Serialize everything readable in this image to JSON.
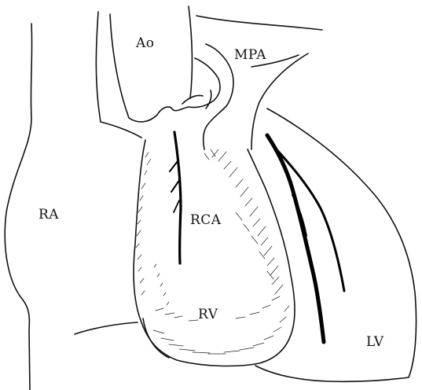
{
  "diagram": {
    "labels": {
      "aorta": "Ao",
      "main_pulmonary_artery": "MPA",
      "right_atrium": "RA",
      "right_coronary_artery": "RCA",
      "right_ventricle": "RV",
      "left_ventricle": "LV"
    }
  }
}
